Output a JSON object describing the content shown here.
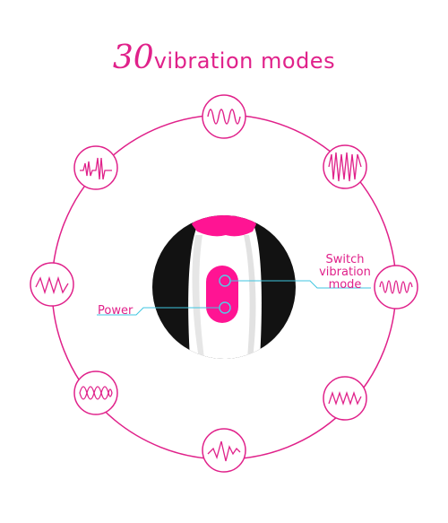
{
  "title": {
    "number": "30",
    "text": "vibration modes"
  },
  "labels": {
    "power": "Power",
    "switch_line1": "Switch",
    "switch_line2": "vibration",
    "switch_line3": "mode"
  },
  "colors": {
    "accent": "#e0218a",
    "connector": "#3fc6e0",
    "device_pink": "#ff1493",
    "background": "#ffffff"
  },
  "icons": [
    "sine-wave-icon",
    "burst-wave-icon",
    "dense-wave-icon",
    "zigzag-wave-icon",
    "loop-wave-icon",
    "wave-icon",
    "spike-wave-icon",
    "knot-wave-icon",
    "triangle-wave-icon",
    "pulse-wave-icon"
  ]
}
